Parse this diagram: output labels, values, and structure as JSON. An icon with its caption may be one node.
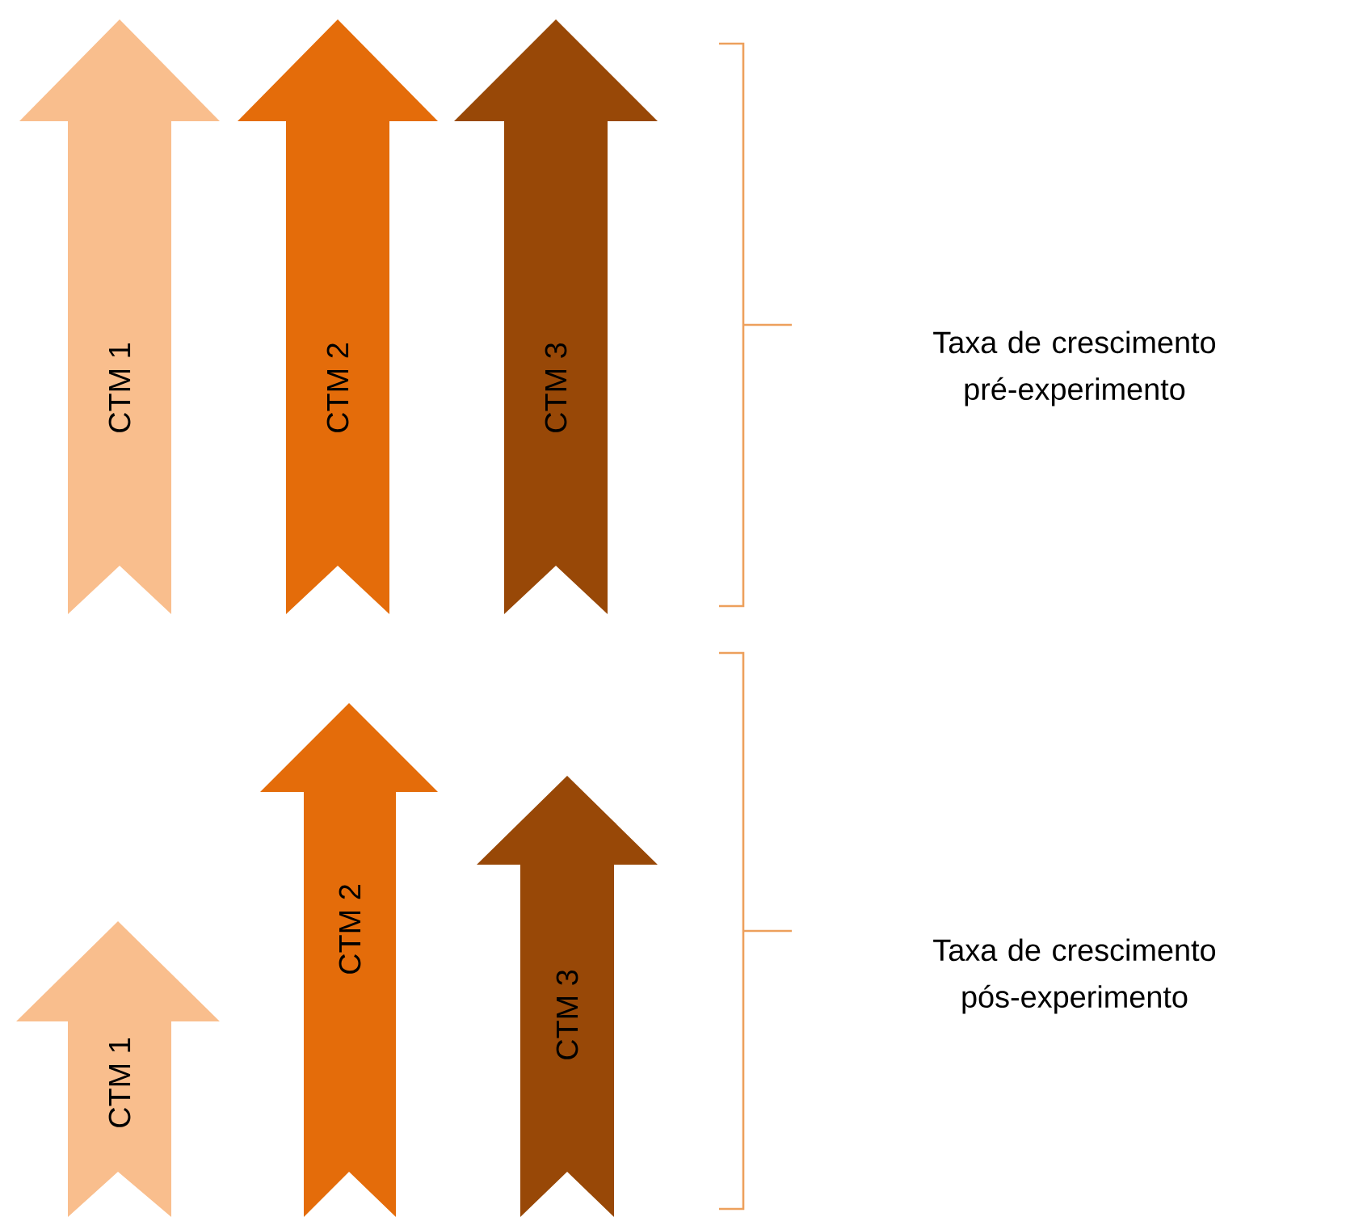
{
  "diagram": {
    "nodes": [
      {
        "text": [
          "CTM 1"
        ]
      },
      {
        "text": [
          "CTM 2"
        ]
      },
      {
        "text": [
          "CTM 3"
        ]
      },
      {
        "text": [
          "CTM 1"
        ]
      },
      {
        "text": [
          "CTM 2"
        ]
      },
      {
        "text": [
          "CTM 3"
        ]
      }
    ],
    "labels": [
      "Taxa de crescimento pré-experimento",
      "Taxa de crescimento pós-experimento"
    ]
  }
}
